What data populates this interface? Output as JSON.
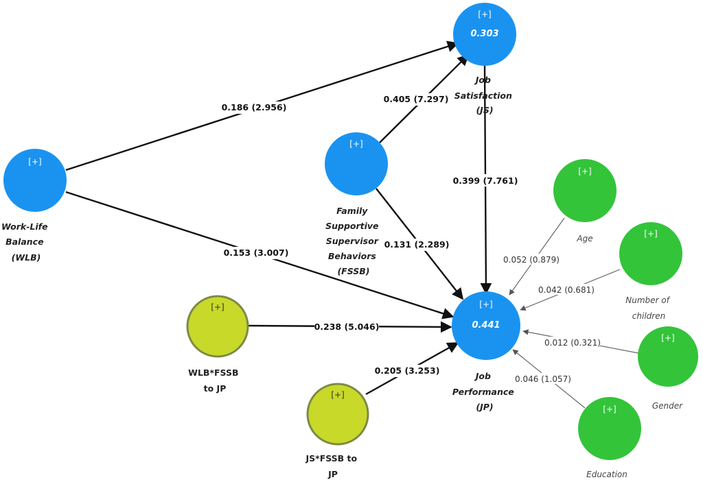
{
  "nodes": {
    "wlb": {
      "plus": "[+]",
      "label": [
        "Work-Life",
        "Balance",
        "(WLB)"
      ],
      "color": "#1a93f0"
    },
    "js": {
      "plus": "[+]",
      "r2": "0.303",
      "label": [
        "Job",
        "Satisfaction",
        "(JS)"
      ],
      "color": "#1a93f0"
    },
    "fssb": {
      "plus": "[+]",
      "label": [
        "Family",
        "Supportive",
        "Supervisor",
        "Behaviors",
        "(FSSB)"
      ],
      "color": "#1a93f0"
    },
    "jp": {
      "plus": "[+]",
      "r2": "0.441",
      "label": [
        "Job",
        "Performance",
        "(JP)"
      ],
      "color": "#1a93f0"
    },
    "wlbfssb": {
      "plus": "[+]",
      "label": [
        "WLB*FSSB",
        "to JP"
      ],
      "color": "#c8d92a"
    },
    "jsfssb": {
      "plus": "[+]",
      "label": [
        "JS*FSSB to",
        "JP"
      ],
      "color": "#c8d92a"
    },
    "age": {
      "plus": "[+]",
      "label": [
        "Age"
      ],
      "color": "#33c43a"
    },
    "children": {
      "plus": "[+]",
      "label": [
        "Number of",
        "children"
      ],
      "color": "#33c43a"
    },
    "gender": {
      "plus": "[+]",
      "label": [
        "Gender"
      ],
      "color": "#33c43a"
    },
    "education": {
      "plus": "[+]",
      "label": [
        "Education"
      ],
      "color": "#33c43a"
    }
  },
  "paths": {
    "wlb_js": "0.186 (2.956)",
    "fssb_js": "0.405 (7.297)",
    "js_jp": "0.399 (7.761)",
    "fssb_jp": "0.131 (2.289)",
    "wlb_jp": "0.153 (3.007)",
    "wlbfssb_jp": "0.238 (5.046)",
    "jsfssb_jp": "0.205 (3.253)",
    "age_jp": "0.052 (0.879)",
    "children_jp": "0.042 (0.681)",
    "gender_jp": "0.012 (0.321)",
    "education_jp": "0.046 (1.057)"
  }
}
